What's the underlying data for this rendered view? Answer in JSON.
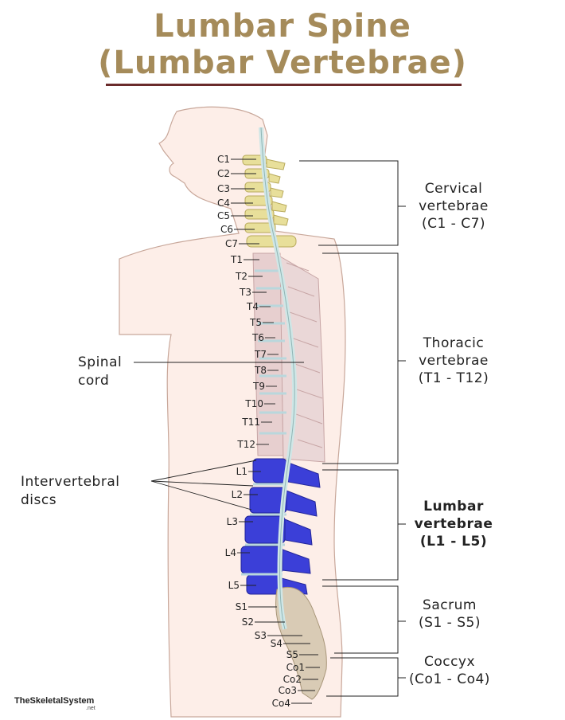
{
  "title_line1": "Lumbar Spine",
  "title_line2": "(Lumbar Vertebrae)",
  "colors": {
    "title": "#a58b5a",
    "rule": "#6a2b2b",
    "cervical": "#e8df9a",
    "thoracic": "#e7cfcf",
    "lumbar": "#3b3fd8",
    "sacrum": "#d9cbb5",
    "disc": "#b9d7dc",
    "cord": "#cfe6e6",
    "skin": "#fdeee8"
  },
  "vertebra_labels": {
    "c1": "C1",
    "c2": "C2",
    "c3": "C3",
    "c4": "C4",
    "c5": "C5",
    "c6": "C6",
    "c7": "C7",
    "t1": "T1",
    "t2": "T2",
    "t3": "T3",
    "t4": "T4",
    "t5": "T5",
    "t6": "T6",
    "t7": "T7",
    "t8": "T8",
    "t9": "T9",
    "t10": "T10",
    "t11": "T11",
    "t12": "T12",
    "l1": "L1",
    "l2": "L2",
    "l3": "L3",
    "l4": "L4",
    "l5": "L5",
    "s1": "S1",
    "s2": "S2",
    "s3": "S3",
    "s4": "S4",
    "s5": "S5",
    "co1": "Co1",
    "co2": "Co2",
    "co3": "Co3",
    "co4": "Co4"
  },
  "groups": {
    "cervical": {
      "l1": "Cervical",
      "l2": "vertebrae",
      "l3": "(C1 - C7)"
    },
    "thoracic": {
      "l1": "Thoracic",
      "l2": "vertebrae",
      "l3": "(T1 - T12)"
    },
    "lumbar": {
      "l1": "Lumbar",
      "l2": "vertebrae",
      "l3": "(L1 - L5)"
    },
    "sacrum": {
      "l1": "Sacrum",
      "l2": "(S1 - S5)"
    },
    "coccyx": {
      "l1": "Coccyx",
      "l2": "(Co1 - Co4)"
    }
  },
  "spinal_cord": {
    "l1": "Spinal",
    "l2": "cord"
  },
  "discs": {
    "l1": "Intervertebral",
    "l2": "discs"
  },
  "brand": "TheSkeletalSystem",
  "brand_suffix": ".net"
}
